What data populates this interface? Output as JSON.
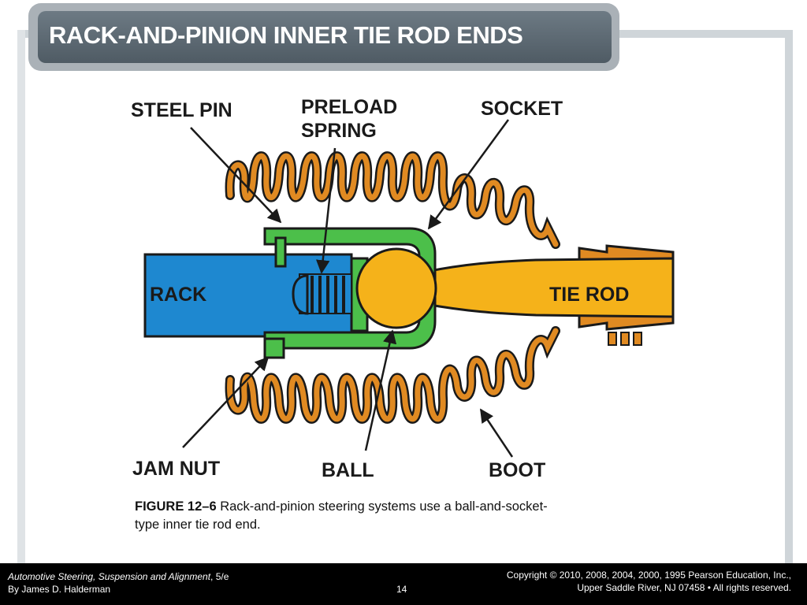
{
  "slide": {
    "title": "RACK-AND-PINION INNER TIE ROD ENDS"
  },
  "diagram": {
    "labels": {
      "steel_pin": "STEEL PIN",
      "preload_spring_1": "PRELOAD",
      "preload_spring_2": "SPRING",
      "socket": "SOCKET",
      "rack": "RACK",
      "tie_rod": "TIE ROD",
      "jam_nut": "JAM NUT",
      "ball": "BALL",
      "boot": "BOOT"
    },
    "colors": {
      "rack": "#1e88d0",
      "tie_rod": "#f5b21a",
      "socket": "#4cbf4a",
      "boot": "#e08a22",
      "outline": "#1a1a1a"
    }
  },
  "caption": {
    "figure": "FIGURE 12–6",
    "text_line1": " Rack-and-pinion steering systems use a ball-and-socket-",
    "text_line2": "type inner tie rod end."
  },
  "footer": {
    "book_title": "Automotive Steering, Suspension and Alignment",
    "edition": ", 5/e",
    "author": "By James D. Halderman",
    "page": "14",
    "copyright_line1": "Copyright © 2010, 2008, 2004, 2000, 1995 Pearson Education, Inc.,",
    "copyright_line2": "Upper Saddle River, NJ 07458 • All rights reserved."
  }
}
